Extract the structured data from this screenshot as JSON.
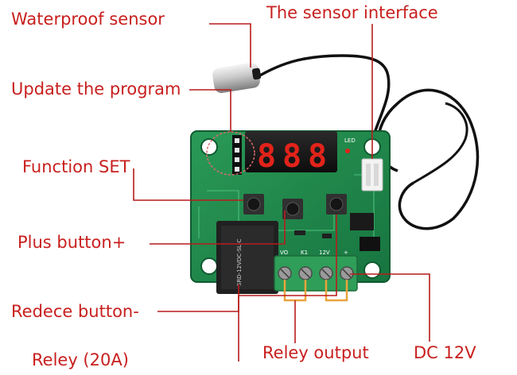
{
  "labels": {
    "waterproof_sensor": "Waterproof sensor",
    "sensor_interface": "The sensor interface",
    "update_program": "Update the program",
    "function_set": "Function SET",
    "plus_button": "Plus button+",
    "reduce_button": "Redece button-",
    "relay": "Reley (20A)",
    "relay_output": "Reley output",
    "dc_power": "DC 12V"
  },
  "board": {
    "display_digits": [
      "8",
      "8",
      "8"
    ],
    "led_label": "LED",
    "terminal_labels": [
      "VO",
      "K1",
      "12V",
      "+"
    ],
    "relay_text": "SRD-12VDC-SL-C"
  },
  "colors": {
    "label": "#c8201e",
    "line": "#b71c1c",
    "pcb": "#1f8a4c",
    "digit": "#e2231a",
    "terminal": "#2f9e58",
    "relay": "#202020",
    "cable": "#111111",
    "highlight": "#e8a33c"
  }
}
